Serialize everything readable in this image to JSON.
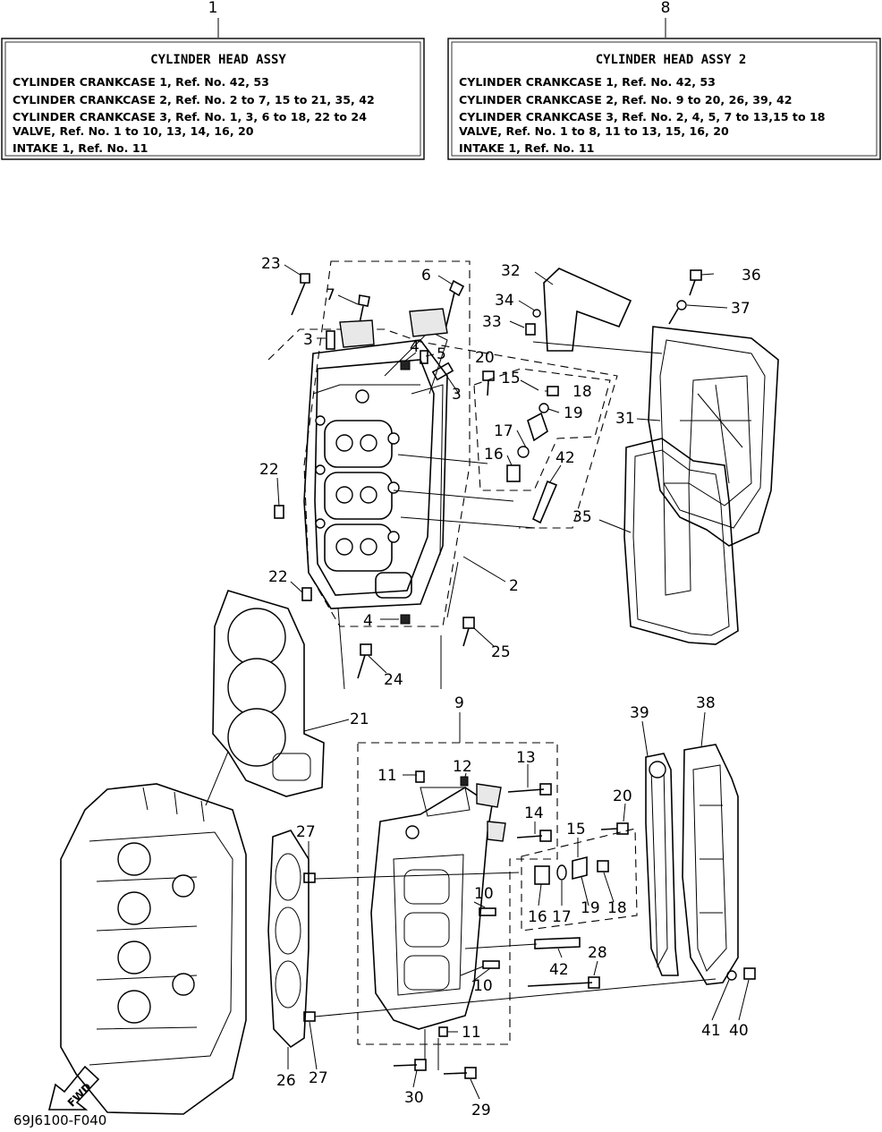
{
  "assy_boxes": [
    {
      "ref": "1",
      "title": "CYLINDER HEAD ASSY",
      "lines": [
        "CYLINDER CRANKCASE 1,  Ref. No. 42, 53",
        "CYLINDER CRANKCASE 2,  Ref. No. 2 to 7, 15 to 21, 35, 42",
        "CYLINDER CRANKCASE 3,  Ref. No. 1, 3, 6 to 18, 22 to 24",
        "VALVE,  Ref. No. 1 to 10, 13, 14, 16, 20",
        "INTAKE 1, Ref. No. 11"
      ]
    },
    {
      "ref": "8",
      "title": "CYLINDER HEAD ASSY 2",
      "lines": [
        "CYLINDER CRANKCASE 1,  Ref. No. 42, 53",
        "CYLINDER CRANKCASE 2,  Ref. No. 9 to 20, 26, 39, 42",
        "CYLINDER CRANKCASE 3,  Ref. No. 2, 4, 5, 7 to 13,15 to 18",
        "VALVE,  Ref. No. 1 to 8, 11 to 13, 15, 16, 20",
        "INTAKE 1, Ref. No. 11"
      ]
    }
  ],
  "callouts": {
    "c23": "23",
    "c6": "6",
    "c32": "32",
    "c36": "36",
    "c7": "7",
    "c34": "34",
    "c37": "37",
    "c3a": "3",
    "c33": "33",
    "c4a": "4",
    "c5": "5",
    "c20a": "20",
    "c15a": "15",
    "c18a": "18",
    "c3b": "3",
    "c19a": "19",
    "c31": "31",
    "c17a": "17",
    "c16a": "16",
    "c42a": "42",
    "c22a": "22",
    "c35": "35",
    "c2": "2",
    "c22b": "22",
    "c4b": "4",
    "c25": "25",
    "c24": "24",
    "c21": "21",
    "c9": "9",
    "c39": "39",
    "c38": "38",
    "c13": "13",
    "c11a": "11",
    "c12": "12",
    "c20b": "20",
    "c14": "14",
    "c27a": "27",
    "c15b": "15",
    "c10a": "10",
    "c16b": "16",
    "c17b": "17",
    "c19b": "19",
    "c18b": "18",
    "c28": "28",
    "c42b": "42",
    "c10b": "10",
    "c41": "41",
    "c40": "40",
    "c11b": "11",
    "c26": "26",
    "c27b": "27",
    "c30": "30",
    "c29": "29"
  },
  "fwd_label": "FWD",
  "figure_code": "69J6100-F040"
}
